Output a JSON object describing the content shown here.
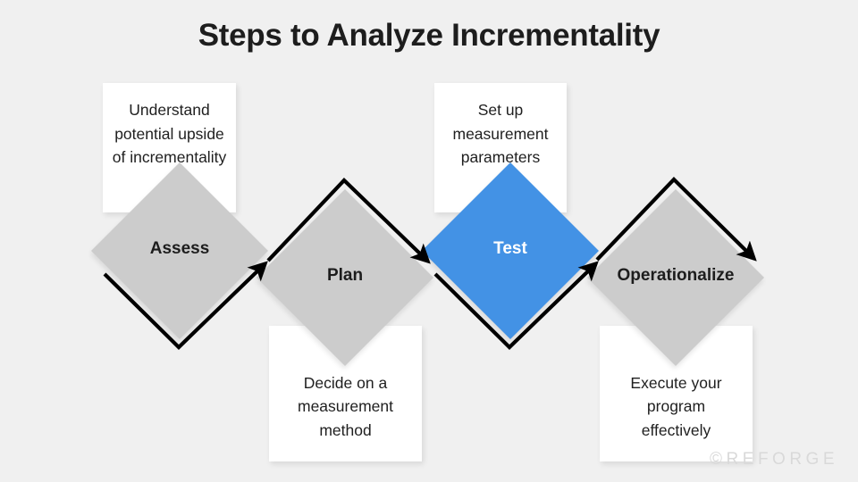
{
  "slide": {
    "title": "Steps to Analyze Incrementality",
    "background_color": "#f0f0f0",
    "watermark": "©REFORGE"
  },
  "theme": {
    "diamond_default_color": "#cccccc",
    "diamond_accent_color": "#4392e5",
    "card_color": "#ffffff",
    "text_color": "#1d1d1d",
    "accent_text_color": "#ffffff",
    "arrow_color": "#000000"
  },
  "steps": [
    {
      "id": "assess",
      "label": "Assess",
      "description": "Understand\npotential upside\nof incrementality",
      "description_position": "top",
      "highlighted": false
    },
    {
      "id": "plan",
      "label": "Plan",
      "description": "Decide on a\nmeasurement\nmethod",
      "description_position": "bottom",
      "highlighted": false
    },
    {
      "id": "test",
      "label": "Test",
      "description": "Set up\nmeasurement\nparameters",
      "description_position": "top",
      "highlighted": true
    },
    {
      "id": "operationalize",
      "label": "Operationalize",
      "description": "Execute your\nprogram\neffectively",
      "description_position": "bottom",
      "highlighted": false
    }
  ],
  "connectors": [
    {
      "id": "assess-to-plan",
      "shape": "v-down",
      "from": "assess",
      "to": "plan"
    },
    {
      "id": "plan-to-test",
      "shape": "v-up",
      "from": "plan",
      "to": "test"
    },
    {
      "id": "test-to-operationalize",
      "shape": "v-down",
      "from": "test",
      "to": "operationalize"
    },
    {
      "id": "operationalize-outward",
      "shape": "v-up",
      "from": "operationalize",
      "to": ""
    }
  ]
}
